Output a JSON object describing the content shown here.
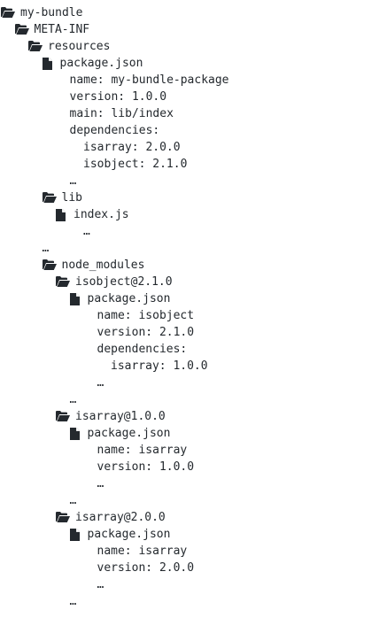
{
  "icons": {
    "folder": "folder-open-icon",
    "file": "file-icon"
  },
  "colors": {
    "text": "#24292e",
    "icon": "#24292e",
    "background": "#ffffff"
  },
  "tree": [
    {
      "type": "folder",
      "text": "my-bundle",
      "level": 0
    },
    {
      "type": "folder",
      "text": "META-INF",
      "level": 1
    },
    {
      "type": "folder",
      "text": "resources",
      "level": 2
    },
    {
      "type": "file",
      "text": "package.json",
      "level": 3
    },
    {
      "type": "text",
      "text": "name: my-bundle-package",
      "level": 5
    },
    {
      "type": "text",
      "text": "version: 1.0.0",
      "level": 5
    },
    {
      "type": "text",
      "text": "main: lib/index",
      "level": 5
    },
    {
      "type": "text",
      "text": "dependencies:",
      "level": 5
    },
    {
      "type": "text",
      "text": "isarray: 2.0.0",
      "level": 6
    },
    {
      "type": "text",
      "text": "isobject: 2.1.0",
      "level": 6
    },
    {
      "type": "text",
      "text": "…",
      "level": 5
    },
    {
      "type": "folder",
      "text": "lib",
      "level": 3
    },
    {
      "type": "file",
      "text": "index.js",
      "level": 4
    },
    {
      "type": "text",
      "text": "…",
      "level": 6
    },
    {
      "type": "text",
      "text": "…",
      "level": 3
    },
    {
      "type": "folder",
      "text": "node_modules",
      "level": 3
    },
    {
      "type": "folder",
      "text": "isobject@2.1.0",
      "level": 4
    },
    {
      "type": "file",
      "text": "package.json",
      "level": 5
    },
    {
      "type": "text",
      "text": "name: isobject",
      "level": 7
    },
    {
      "type": "text",
      "text": "version: 2.1.0",
      "level": 7
    },
    {
      "type": "text",
      "text": "dependencies:",
      "level": 7
    },
    {
      "type": "text",
      "text": "isarray: 1.0.0",
      "level": 8
    },
    {
      "type": "text",
      "text": "…",
      "level": 7
    },
    {
      "type": "text",
      "text": "…",
      "level": 5
    },
    {
      "type": "folder",
      "text": "isarray@1.0.0",
      "level": 4
    },
    {
      "type": "file",
      "text": "package.json",
      "level": 5
    },
    {
      "type": "text",
      "text": "name: isarray",
      "level": 7
    },
    {
      "type": "text",
      "text": "version: 1.0.0",
      "level": 7
    },
    {
      "type": "text",
      "text": "…",
      "level": 7
    },
    {
      "type": "text",
      "text": "…",
      "level": 5
    },
    {
      "type": "folder",
      "text": "isarray@2.0.0",
      "level": 4
    },
    {
      "type": "file",
      "text": "package.json",
      "level": 5
    },
    {
      "type": "text",
      "text": "name: isarray",
      "level": 7
    },
    {
      "type": "text",
      "text": "version: 2.0.0",
      "level": 7
    },
    {
      "type": "text",
      "text": "…",
      "level": 7
    },
    {
      "type": "text",
      "text": "…",
      "level": 5
    }
  ]
}
